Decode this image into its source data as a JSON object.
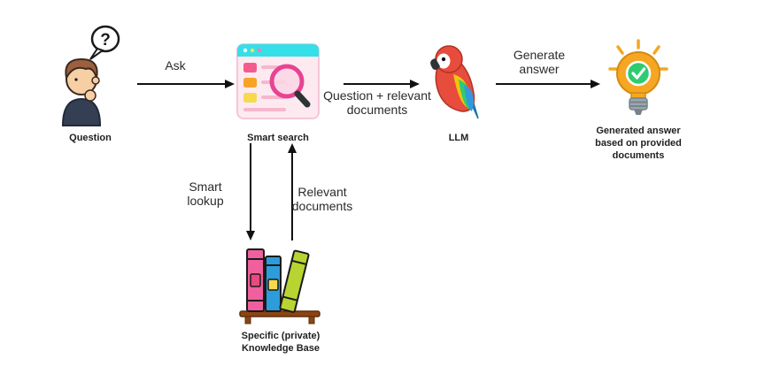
{
  "nodes": {
    "question": {
      "label": "Question",
      "bubble_text": "?"
    },
    "smart_search": {
      "label": "Smart search"
    },
    "llm": {
      "label": "LLM"
    },
    "generated_answer": {
      "label": "Generated answer based on provided documents"
    },
    "knowledge_base": {
      "label": "Specific (private) Knowledge Base"
    }
  },
  "edges": {
    "ask": {
      "label": "Ask"
    },
    "question_plus_docs": {
      "label": "Question + relevant documents"
    },
    "generate_answer": {
      "label": "Generate answer"
    },
    "smart_lookup": {
      "label": "Smart lookup"
    },
    "relevant_documents": {
      "label": "Relevant documents"
    }
  },
  "icons": {
    "person": "person-thinking-icon",
    "browser": "smart-search-browser-icon",
    "parrot": "parrot-icon",
    "bulb": "lightbulb-check-icon",
    "books": "books-shelf-icon"
  },
  "colors": {
    "background": "#ffffff",
    "arrow": "#111111",
    "edge_label_text": "#2b2b2b",
    "node_label_text": "#1f1f1f",
    "browser_header": "#35dfe8",
    "magnifier_rim": "#e84393",
    "bulb_orange": "#f5a623",
    "check_green": "#2ecc71",
    "book_pink": "#f0609e",
    "book_blue": "#2d9cdb",
    "book_green": "#b8d432",
    "shelf_brown": "#8b4513"
  }
}
